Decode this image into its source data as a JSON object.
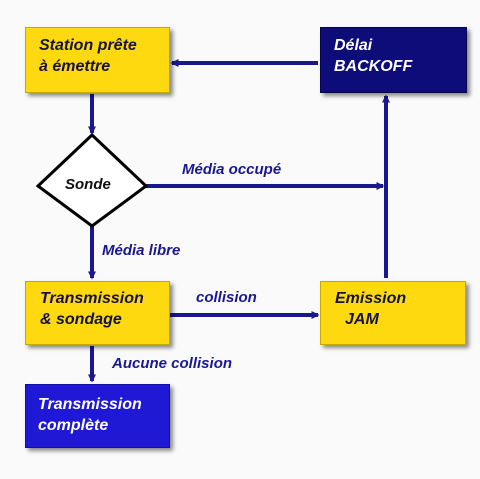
{
  "nodes": {
    "station": {
      "lines": [
        "Station prête",
        "à émettre"
      ]
    },
    "delai": {
      "lines": [
        "Délai",
        "BACKOFF"
      ]
    },
    "sonde": {
      "label": "Sonde"
    },
    "transmission": {
      "lines": [
        "Transmission",
        "& sondage"
      ]
    },
    "emission": {
      "lines": [
        "Emission",
        "JAM"
      ]
    },
    "complete": {
      "lines": [
        "Transmission",
        "complète"
      ]
    }
  },
  "edges": {
    "media_occupe": "Média occupé",
    "media_libre": "Média libre",
    "collision": "collision",
    "aucune_collision": "Aucune collision"
  },
  "colors": {
    "yellow_box": "#ffd90f",
    "navy_box": "#0d0c78",
    "blue_box": "#1f19d6",
    "arrow": "#1a1890"
  }
}
